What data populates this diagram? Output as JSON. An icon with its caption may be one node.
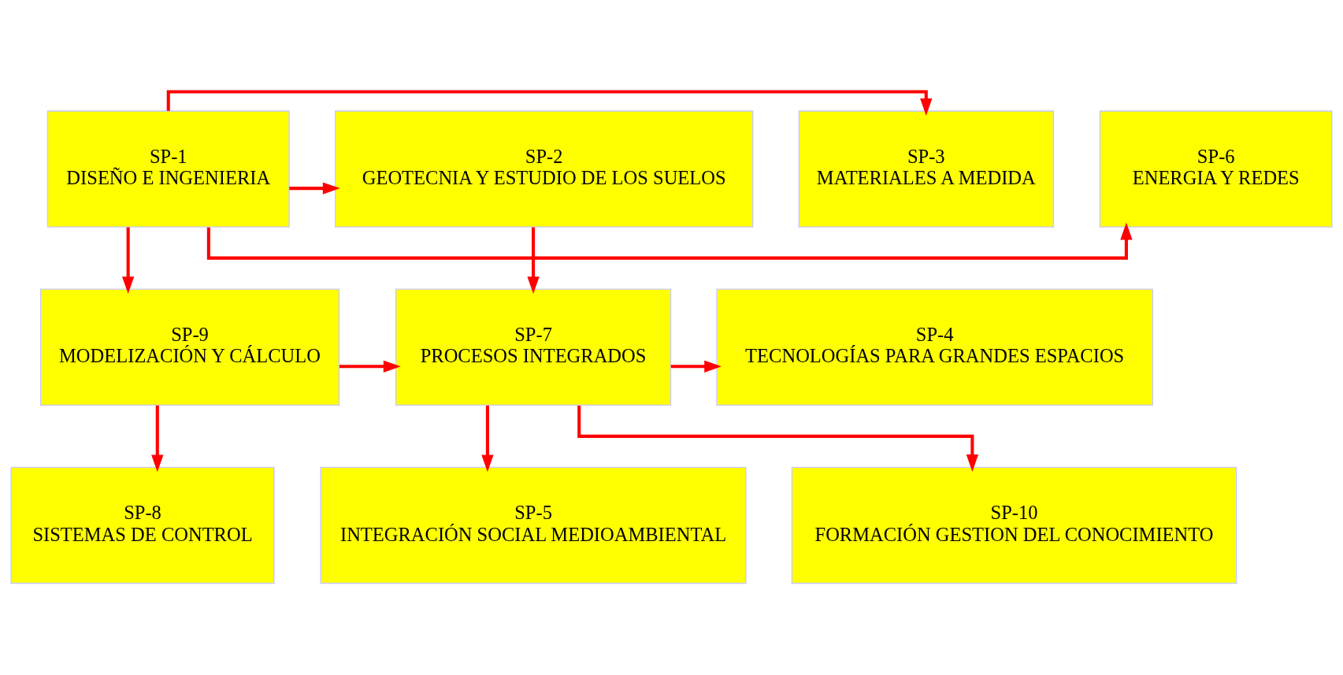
{
  "diagram": {
    "nodes": [
      {
        "text": [
          "SP-1",
          "DISEÑO E INGENIERIA"
        ]
      },
      {
        "text": [
          "SP-2",
          "GEOTECNIA Y ESTUDIO DE LOS SUELOS"
        ]
      },
      {
        "text": [
          "SP-3",
          "MATERIALES A MEDIDA"
        ]
      },
      {
        "text": [
          "SP-6",
          "ENERGIA Y REDES"
        ]
      },
      {
        "text": [
          "SP-9",
          "MODELIZACIÓN Y CÁLCULO"
        ]
      },
      {
        "text": [
          "SP-7",
          "PROCESOS INTEGRADOS"
        ]
      },
      {
        "text": [
          "SP-4",
          "TECNOLOGÍAS PARA GRANDES ESPACIOS"
        ]
      },
      {
        "text": [
          "SP-8",
          "SISTEMAS DE CONTROL"
        ]
      },
      {
        "text": [
          "SP-5",
          "INTEGRACIÓN SOCIAL MEDIOAMBIENTAL"
        ]
      },
      {
        "text": [
          "SP-10",
          "FORMACIÓN GESTION DEL CONOCIMIENTO"
        ]
      }
    ],
    "edges": [
      {
        "from": 0,
        "to": 1,
        "arrow": "to"
      },
      {
        "from": 0,
        "to": 2,
        "arrow": "to"
      },
      {
        "from": 0,
        "to": 3,
        "arrow": "to"
      },
      {
        "from": 1,
        "to": 5,
        "arrow": "to"
      },
      {
        "from": 0,
        "to": 4,
        "arrow": "to"
      },
      {
        "from": 4,
        "to": 5,
        "arrow": "to"
      },
      {
        "from": 5,
        "to": 6,
        "arrow": "to"
      },
      {
        "from": 4,
        "to": 7,
        "arrow": "to"
      },
      {
        "from": 5,
        "to": 8,
        "arrow": "to"
      },
      {
        "from": 5,
        "to": 9,
        "arrow": "to"
      }
    ]
  }
}
